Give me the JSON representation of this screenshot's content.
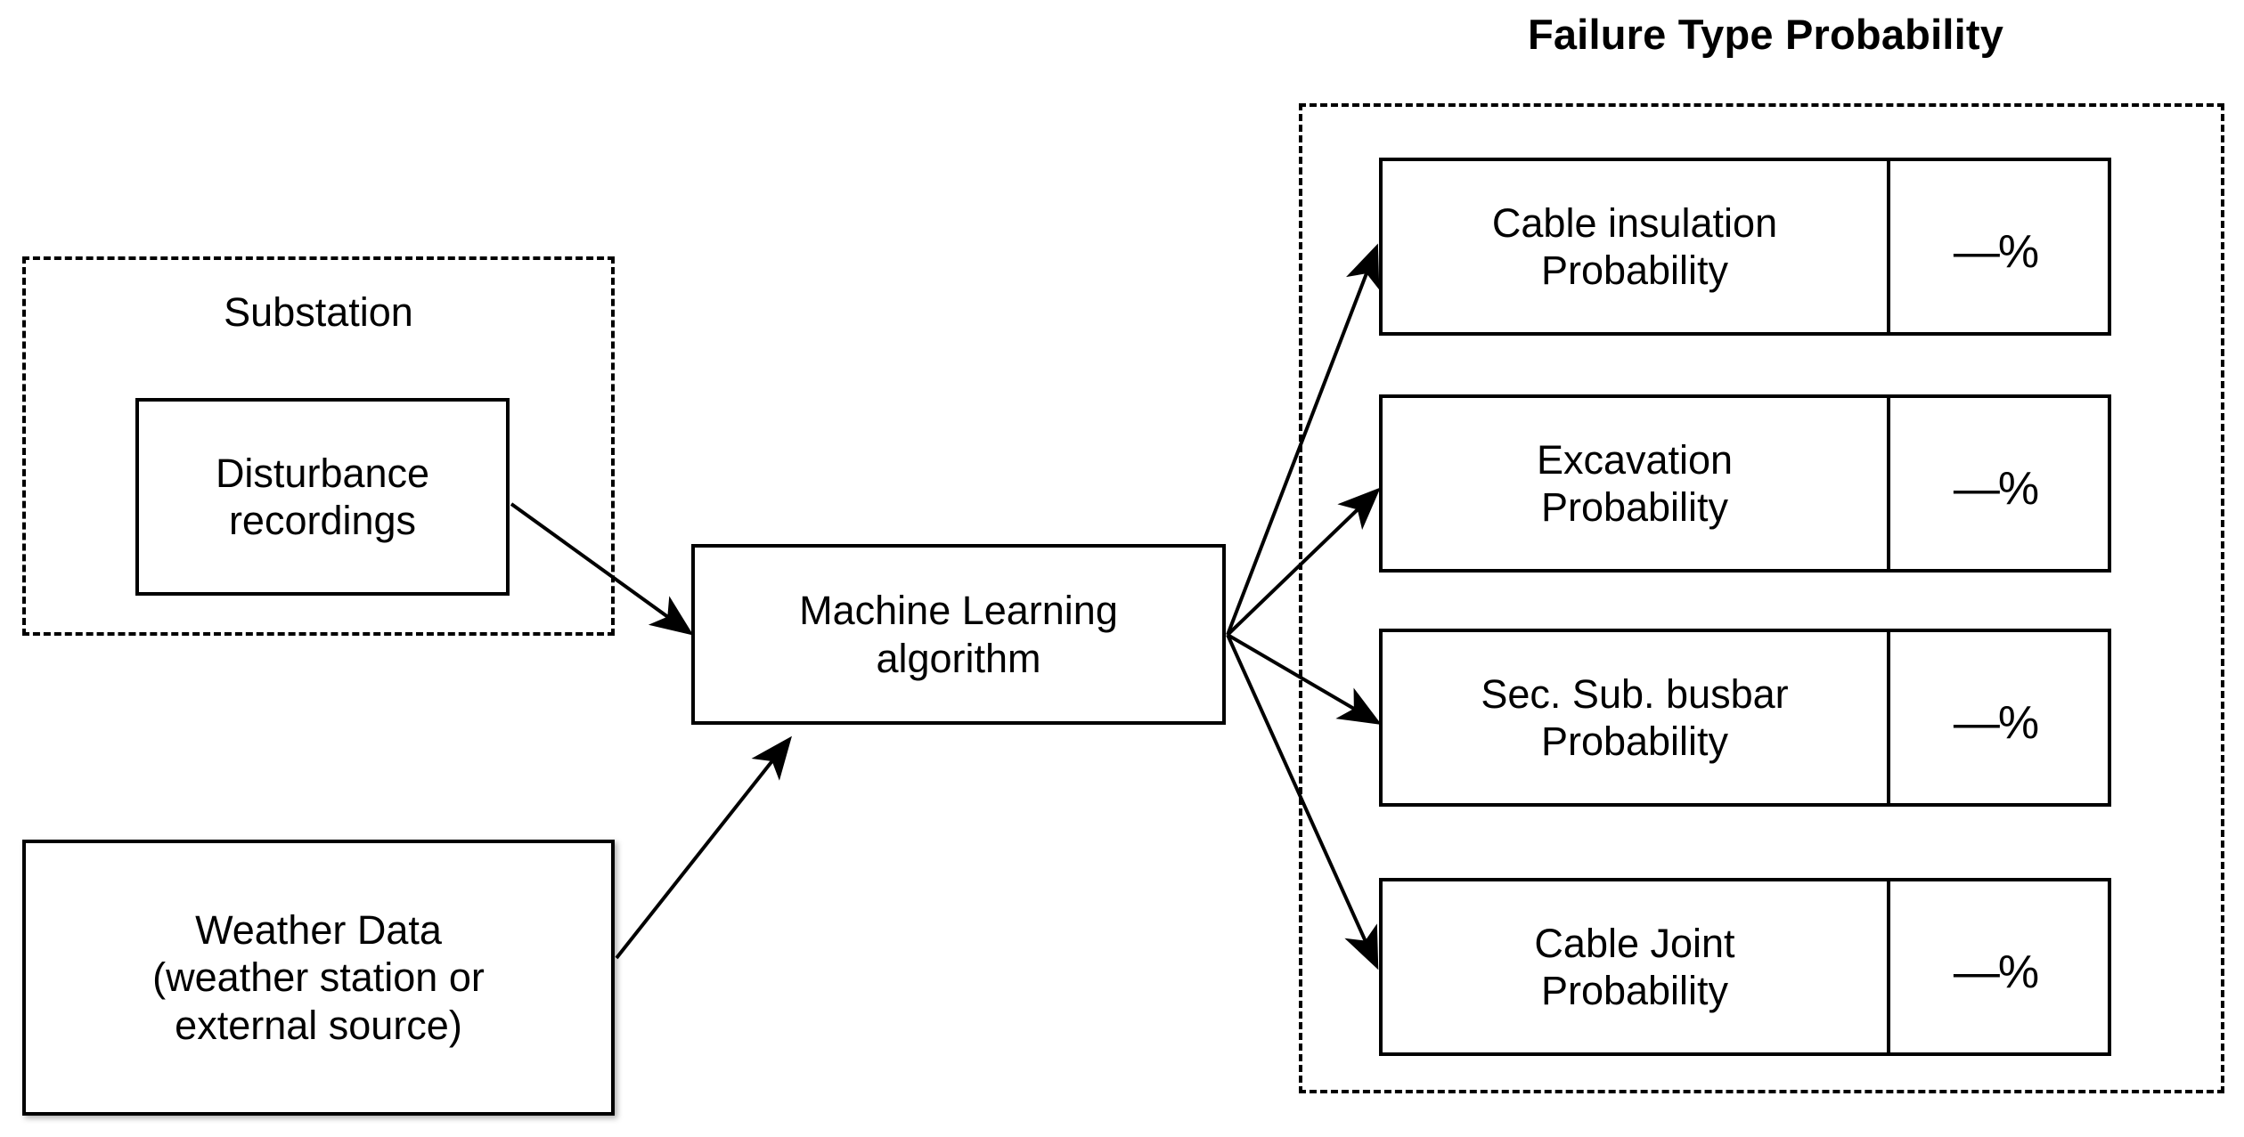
{
  "diagram": {
    "title": "Failure Type Probability",
    "inputs": {
      "substation": {
        "group_label": "Substation",
        "node_line1": "Disturbance",
        "node_line2": "recordings"
      },
      "weather": {
        "line1": "Weather Data",
        "line2": "(weather station or",
        "line3": "external source)"
      }
    },
    "processor": {
      "line1": "Machine Learning",
      "line2": "algorithm"
    },
    "outputs": [
      {
        "label_line1": "Cable insulation",
        "label_line2": "Probability",
        "value": "—%"
      },
      {
        "label_line1": "Excavation",
        "label_line2": "Probability",
        "value": "—%"
      },
      {
        "label_line1": "Sec. Sub. busbar",
        "label_line2": "Probability",
        "value": "—%"
      },
      {
        "label_line1": "Cable Joint",
        "label_line2": "Probability",
        "value": "—%"
      }
    ],
    "colors": {
      "stroke": "#000000",
      "background": "#ffffff"
    }
  }
}
